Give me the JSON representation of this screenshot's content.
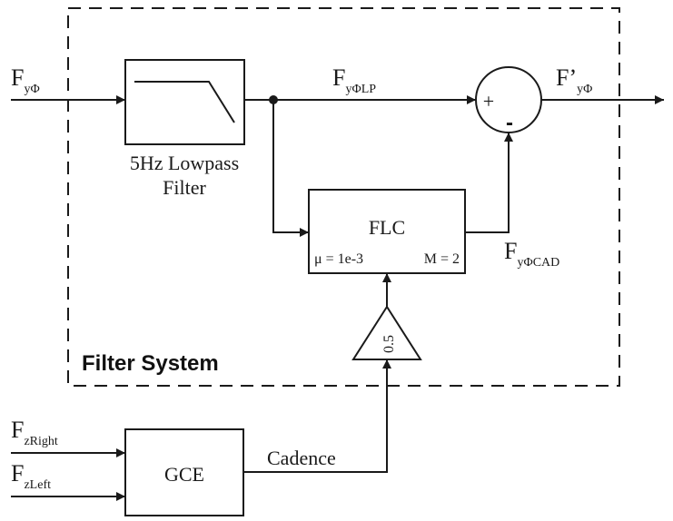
{
  "system_label": "Filter System",
  "signals": {
    "input": {
      "main": "F",
      "sub": "yΦ"
    },
    "lowpass_out": {
      "main": "F",
      "sub": "yΦLP"
    },
    "output": {
      "main": "F’",
      "sub": "yΦ"
    },
    "cad": {
      "main": "F",
      "sub": "yΦCAD"
    },
    "z_right": {
      "main": "F",
      "sub": "zRight"
    },
    "z_left": {
      "main": "F",
      "sub": "zLeft"
    },
    "cadence": "Cadence"
  },
  "lowpass": {
    "line1": "5Hz Lowpass",
    "line2": "Filter"
  },
  "flc": {
    "title": "FLC",
    "mu": "μ = 1e-3",
    "m": "M = 2"
  },
  "gain": {
    "value": "0.5"
  },
  "gce": {
    "title": "GCE"
  },
  "summer": {
    "plus": "+",
    "minus": "-"
  }
}
